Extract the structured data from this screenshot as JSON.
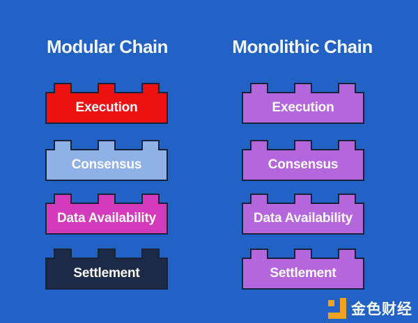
{
  "colors": {
    "background": "#2162c4",
    "brick_border": "#16213b",
    "title_text": "#f4f8fc",
    "brick_label_text": "#ffffff"
  },
  "columns": [
    {
      "id": "modular",
      "title": "Modular Chain",
      "bricks": [
        {
          "label": "Execution",
          "fill": "#ed1212"
        },
        {
          "label": "Consensus",
          "fill": "#90b1e5"
        },
        {
          "label": "Data Availability",
          "fill": "#d43bba"
        },
        {
          "label": "Settlement",
          "fill": "#1c2a46"
        }
      ]
    },
    {
      "id": "monolithic",
      "title": "Monolithic Chain",
      "bricks": [
        {
          "label": "Execution",
          "fill": "#b666dd"
        },
        {
          "label": "Consensus",
          "fill": "#b666dd"
        },
        {
          "label": "Data Availability",
          "fill": "#b666dd"
        },
        {
          "label": "Settlement",
          "fill": "#b666dd"
        }
      ]
    }
  ],
  "watermark": {
    "brand": "金色财经",
    "icon": "jinse-finance-logo-icon",
    "icon_color": "#f0a21e",
    "text_color": "#fbfbf6"
  }
}
